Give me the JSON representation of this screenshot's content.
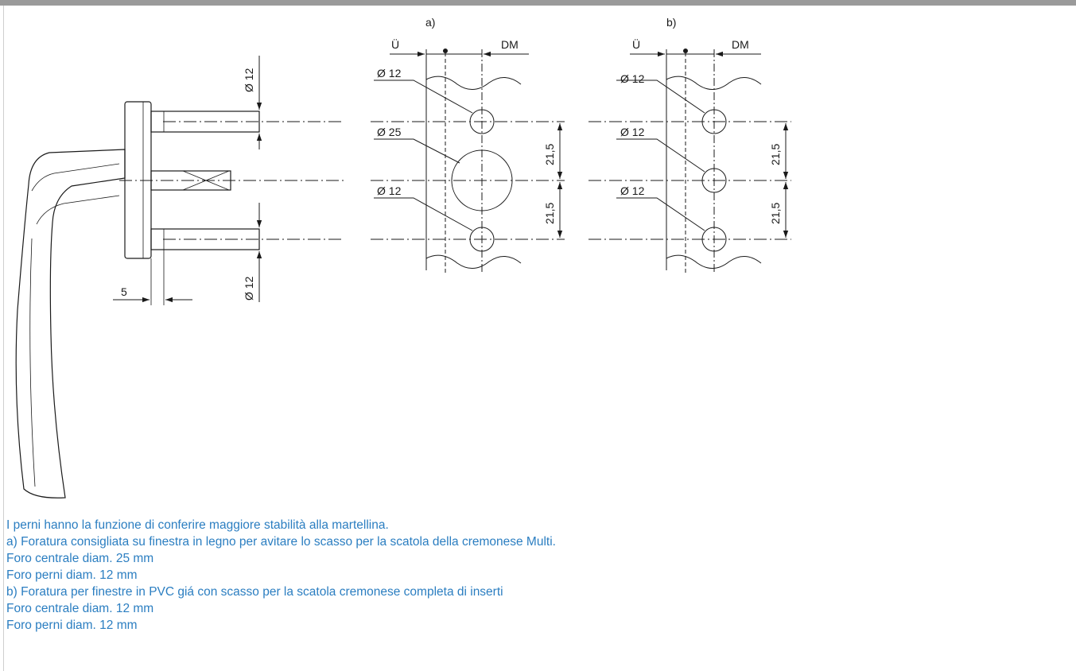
{
  "figure_labels": {
    "a": "a)",
    "b": "b)"
  },
  "handle": {
    "dim_top": "Ø 12",
    "dim_bottom": "Ø 12",
    "dim_offset": "5"
  },
  "panel_a": {
    "u_label": "Ü",
    "dm_label": "DM",
    "hole_top": "Ø 12",
    "hole_center": "Ø 25",
    "hole_bottom": "Ø 12",
    "spacing_upper": "21,5",
    "spacing_lower": "21,5"
  },
  "panel_b": {
    "u_label": "Ü",
    "dm_label": "DM",
    "hole_top": "Ø 12",
    "hole_center": "Ø 12",
    "hole_bottom": "Ø 12",
    "spacing_upper": "21,5",
    "spacing_lower": "21,5"
  },
  "notes": [
    "I perni hanno la funzione di conferire maggiore stabilità alla martellina.",
    "a) Foratura consigliata su finestra in legno per avitare lo scasso per la scatola della cremonese Multi.",
    "Foro centrale diam. 25 mm",
    "Foro perni diam. 12 mm",
    "b) Foratura per finestre in PVC giá con scasso per la scatola cremonese completa di inserti",
    "Foro centrale diam. 12 mm",
    "Foro perni diam. 12 mm"
  ],
  "colors": {
    "notes_text": "#2b7ec1",
    "top_bar": "#9a9a9a",
    "line": "#1a1a1a"
  }
}
